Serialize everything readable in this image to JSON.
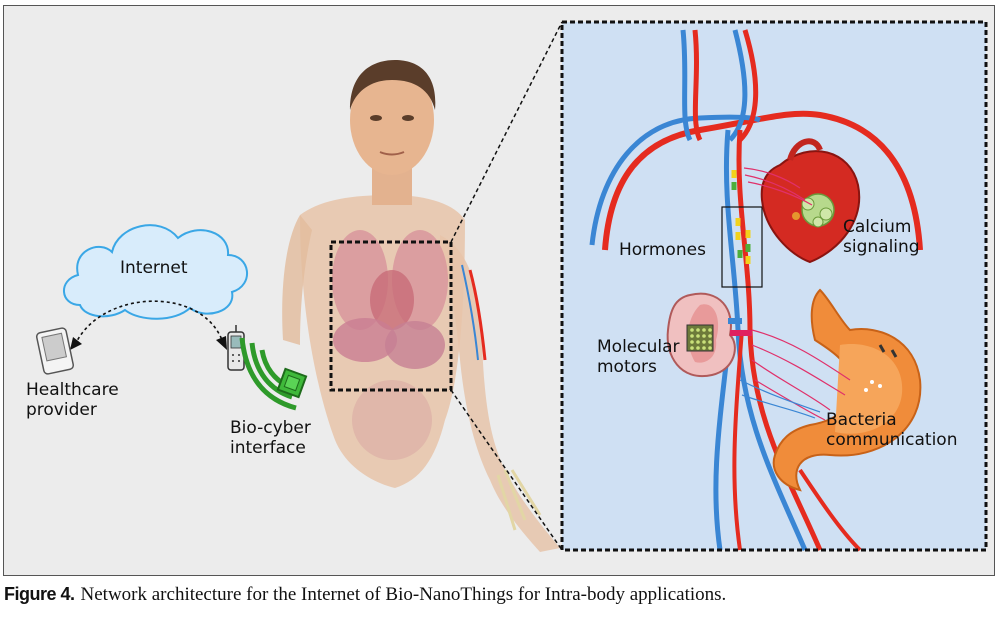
{
  "labels": {
    "internet": "Internet",
    "healthcare": [
      "Healthcare",
      "provider"
    ],
    "biocyber": [
      "Bio-cyber",
      "interface"
    ],
    "hormones": "Hormones",
    "calcium": [
      "Calcium",
      "signaling"
    ],
    "molecular": [
      "Molecular",
      "motors"
    ],
    "bacteria": [
      "Bacteria",
      "communication"
    ]
  },
  "caption": {
    "figure_label": "Figure 4.",
    "text": "Network architecture for the Internet of Bio-NanoThings for Intra-body applications."
  },
  "colors": {
    "artery": "#e52b1f",
    "vein": "#3a86d4",
    "inset_bg": "#cfe0f3",
    "cloud_fill": "#d8ecfb",
    "cloud_stroke": "#3aa7e6",
    "interface_green": "#2e9a2a"
  }
}
